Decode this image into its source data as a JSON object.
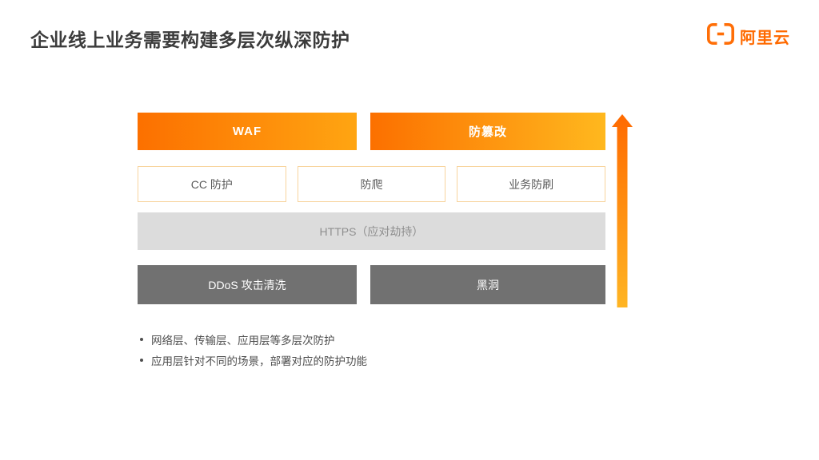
{
  "slide": {
    "title": "企业线上业务需要构建多层次纵深防护",
    "logo": {
      "text": "阿里云",
      "icon": "alibaba-cloud-bracket-icon"
    }
  },
  "diagram": {
    "top_row": [
      "WAF",
      "防篡改"
    ],
    "middle_row": [
      "CC 防护",
      "防爬",
      "业务防刷"
    ],
    "https_row": "HTTPS（应对劫持）",
    "bottom_row": [
      "DDoS 攻击清洗",
      "黑洞"
    ],
    "arrow_icon": "up-arrow-icon"
  },
  "bullets": [
    "网络层、传输层、应用层等多层次防护",
    "应用层针对不同的场景，部署对应的防护功能"
  ],
  "colors": {
    "brand_orange": "#FF6A00",
    "gradient_start": "#FC7000",
    "gradient_end": "#FFB81E",
    "arrow_top": "#FF6A00",
    "arrow_bottom": "#FFB523",
    "dark_box": "#717171",
    "https_box": "#DCDCDC",
    "light_border": "#F8D49E",
    "title_text": "#3C3C3C",
    "body_text": "#4E4E4E"
  }
}
